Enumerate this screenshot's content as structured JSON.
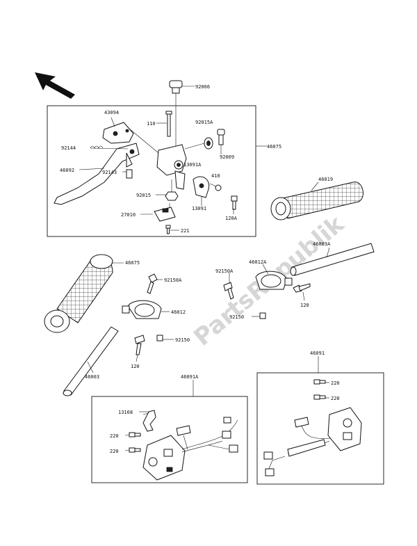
{
  "watermark": "PartsRepublik",
  "labels": {
    "p92066": "92066",
    "p43094": "43094",
    "p110": "110",
    "p92015A": "92015A",
    "p92144": "92144",
    "p92009": "92009",
    "p46075_top": "46075",
    "p46092": "46092",
    "p92143": "92143",
    "p13091A": "13091A",
    "p410": "410",
    "p46019": "46019",
    "p92015": "92015",
    "p13091": "13091",
    "p120A": "120A",
    "p27010": "27010",
    "p221": "221",
    "p46003A": "46003A",
    "p46075_grip": "46075",
    "p46012A": "46012A",
    "p92150A_left": "92150A",
    "p92150A_right": "92150A",
    "p46012": "46012",
    "p120_right": "120",
    "p92150_right": "92150",
    "p92150_left": "92150",
    "p120_left": "120",
    "p46003": "46003",
    "p46091": "46091",
    "p220_r1": "220",
    "p220_r2": "220",
    "p46091A": "46091A",
    "p13168": "13168",
    "p220_l1": "220",
    "p220_l2": "220"
  }
}
